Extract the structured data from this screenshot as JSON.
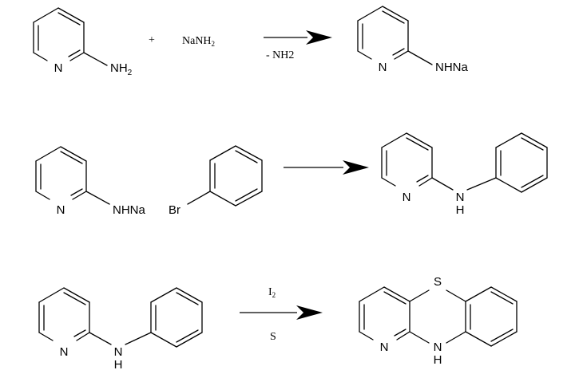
{
  "reaction_1": {
    "reactant_1": {
      "ring_n": "N",
      "group_main": "NH",
      "group_sub": "2"
    },
    "plus": "+",
    "reagent": {
      "main": "NaNH",
      "sub": "2"
    },
    "arrow_condition": "- NH2",
    "product": {
      "ring_n": "N",
      "group": "NHNa"
    }
  },
  "reaction_2": {
    "reactant_1": {
      "ring_n": "N",
      "group": "NHNa"
    },
    "reactant_2": {
      "substituent": "Br"
    },
    "product": {
      "ring_n": "N",
      "nh_n": "N",
      "nh_h": "H"
    }
  },
  "reaction_3": {
    "reactant": {
      "ring_n": "N",
      "nh_n": "N",
      "nh_h": "H"
    },
    "arrow_above": {
      "main": "I",
      "sub": "2"
    },
    "arrow_below": "S",
    "product": {
      "sulfur": "S",
      "ring_n": "N",
      "nh_n": "N",
      "nh_h": "H"
    }
  }
}
